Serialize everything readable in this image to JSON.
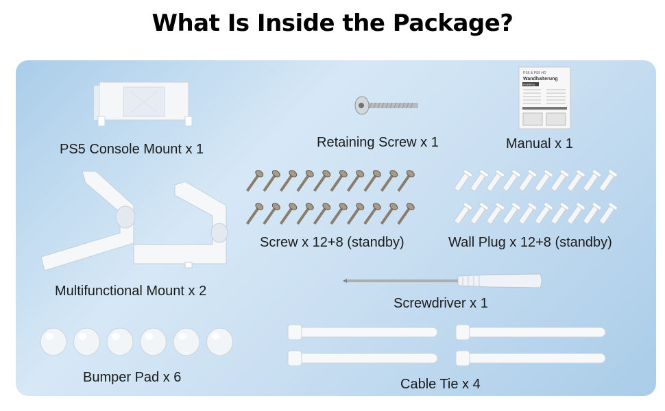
{
  "title": "What Is Inside the Package?",
  "manual_texts": {
    "header": "PS5 & PS5 HD",
    "heading": "Wandhalterung",
    "badge": "Anleitung"
  },
  "items": {
    "console_mount": "PS5 Console Mount x 1",
    "retaining_screw": "Retaining Screw x 1",
    "manual": "Manual x 1",
    "multifunctional_mount": "Multifunctional Mount x 2",
    "screw": "Screw x 12+8 (standby)",
    "wall_plug": "Wall Plug x 12+8 (standby)",
    "screwdriver": "Screwdriver x 1",
    "bumper_pad": "Bumper Pad x 6",
    "cable_tie": "Cable Tie x 4"
  },
  "colors": {
    "panel": "#c8def1",
    "title": "#000000",
    "label": "#1a1a1a"
  }
}
